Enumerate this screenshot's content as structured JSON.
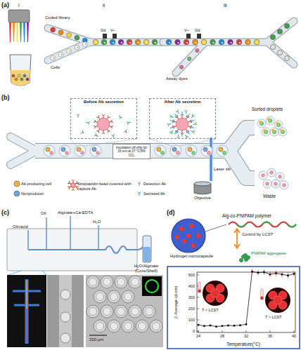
{
  "diagram": {
    "nodes": [
      {
        "text": [
          "Before Ab secretion"
        ]
      },
      {
        "text": [
          "After Ab secretion"
        ]
      },
      {
        "text": [
          "Incubation off-chip for 15 min at 37 °C/5% CO₂"
        ]
      },
      {
        "text": [
          "Objective"
        ]
      }
    ],
    "labels": [
      "(a)",
      "i",
      "ii",
      "iii",
      "Coded library",
      "Gd",
      "V~",
      "Cells",
      "V~",
      "Gd",
      "Assay dyes",
      "(b)",
      "Sorted droplets",
      "Waste",
      "Laser slit",
      "(c)",
      "Oil",
      "Oil+acid",
      "Alginate+Ca-EDTA",
      "H₂O",
      "H₂O/Alginate (Core/Shell)",
      "150 μm",
      "(d)",
      "Hydrogel microcapsule",
      "Alg-co-PNIPAM polymer",
      "Control by LCST",
      "PNIPAM aggregates",
      "Z-Average (d.nm)",
      "Temperature(°C)",
      "0",
      "100",
      "200",
      "300",
      "400",
      "500",
      "24",
      "28",
      "32",
      "36",
      "40",
      "T < LCST",
      "T > LCST"
    ],
    "legend": [
      {
        "text": "Ab-producing cell"
      },
      {
        "text": "Nonproducer"
      },
      {
        "text": "Streptavidin bead covered with capture Ab"
      },
      {
        "text": "Detection Ab"
      },
      {
        "text": "Secreted Ab"
      }
    ]
  }
}
